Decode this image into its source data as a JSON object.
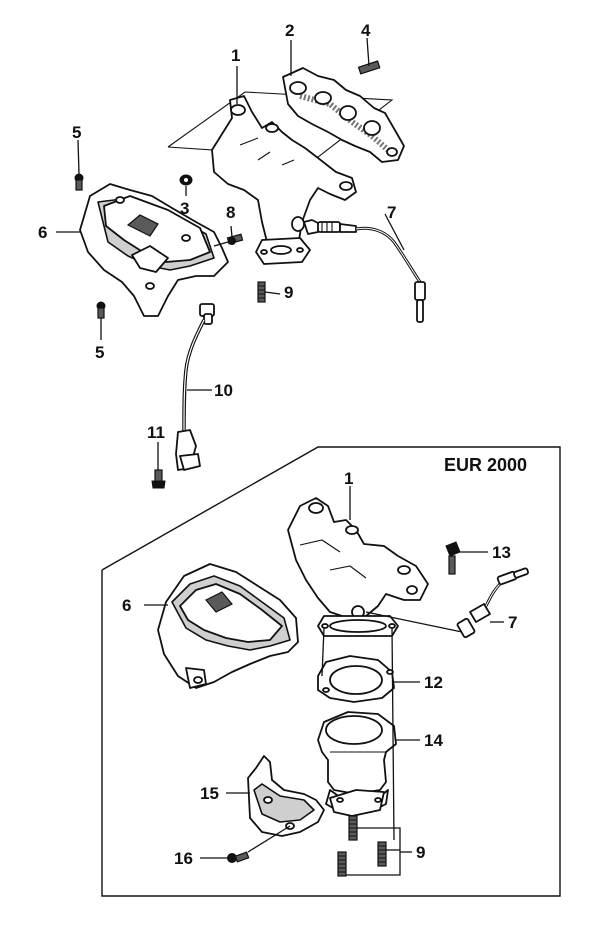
{
  "inset_title": "EUR 2000",
  "callouts": [
    {
      "id": "c1-top",
      "text": "1"
    },
    {
      "id": "c2",
      "text": "2"
    },
    {
      "id": "c3",
      "text": "3"
    },
    {
      "id": "c4",
      "text": "4"
    },
    {
      "id": "c5-top",
      "text": "5"
    },
    {
      "id": "c5-bottom",
      "text": "5"
    },
    {
      "id": "c6-top",
      "text": "6"
    },
    {
      "id": "c7-top",
      "text": "7"
    },
    {
      "id": "c8",
      "text": "8"
    },
    {
      "id": "c9-top",
      "text": "9"
    },
    {
      "id": "c10",
      "text": "10"
    },
    {
      "id": "c11",
      "text": "11"
    },
    {
      "id": "c1-inset",
      "text": "1"
    },
    {
      "id": "c13",
      "text": "13"
    },
    {
      "id": "c6-inset",
      "text": "6"
    },
    {
      "id": "c7-inset",
      "text": "7"
    },
    {
      "id": "c12",
      "text": "12"
    },
    {
      "id": "c14",
      "text": "14"
    },
    {
      "id": "c15",
      "text": "15"
    },
    {
      "id": "c16",
      "text": "16"
    },
    {
      "id": "c9-inset",
      "text": "9"
    }
  ]
}
